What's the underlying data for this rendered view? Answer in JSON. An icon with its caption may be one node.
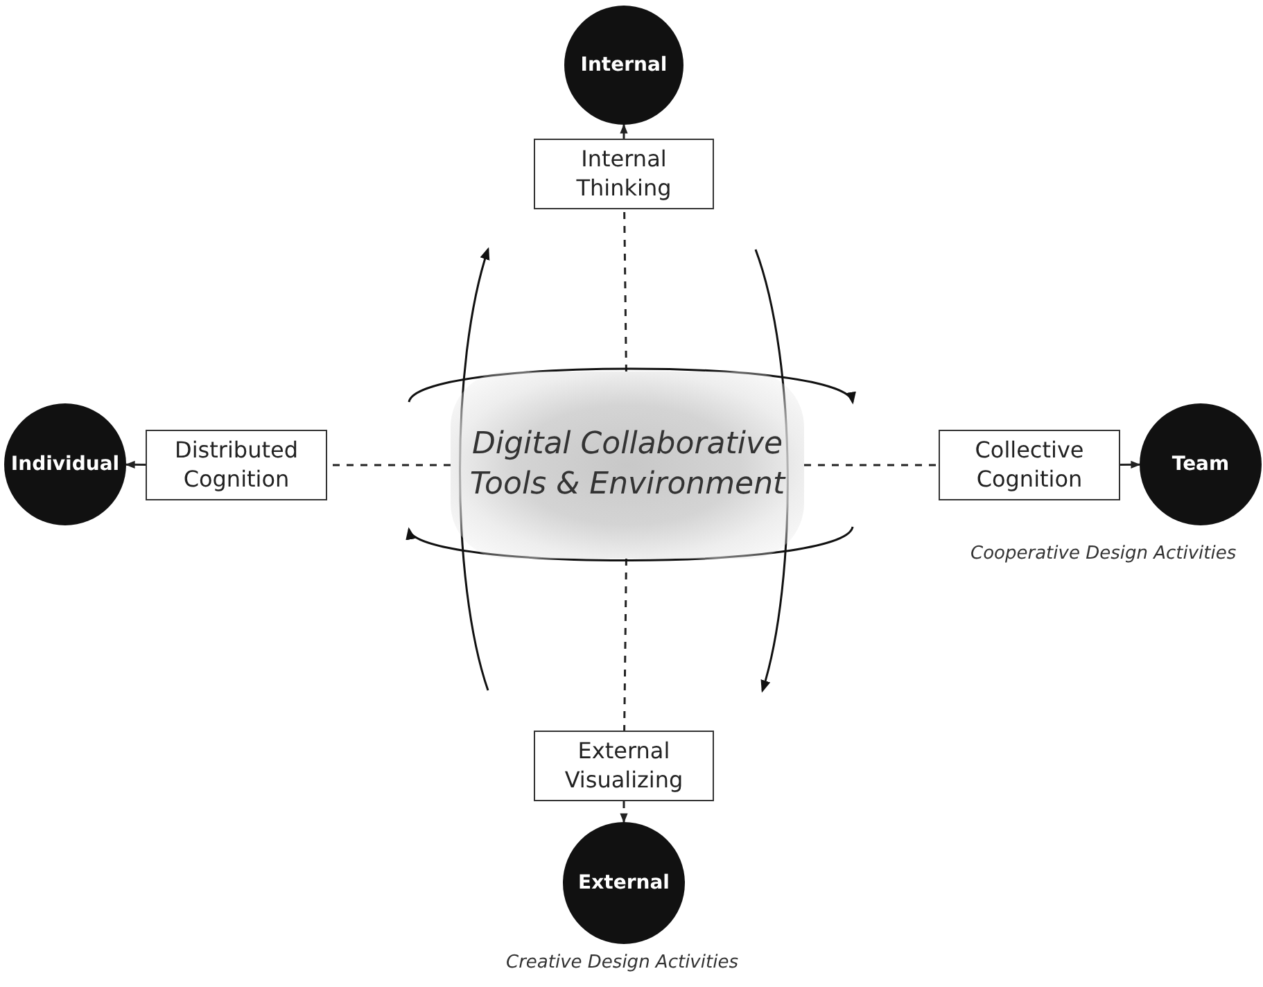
{
  "diagram": {
    "nodes": [
      {
        "text": [
          "Internal"
        ]
      },
      {
        "text": [
          "Internal Thinking"
        ]
      },
      {
        "text": [
          "Individual"
        ]
      },
      {
        "text": [
          "Distributed Cognition"
        ]
      },
      {
        "text": [
          "Digital Collaborative Tools & Environment"
        ]
      },
      {
        "text": [
          "Collective Cognition"
        ]
      },
      {
        "text": [
          "Team"
        ],
        "beside": [
          "Cooperative Design Activities"
        ]
      },
      {
        "text": [
          "External Visualizing"
        ]
      },
      {
        "text": [
          "External"
        ],
        "beside": [
          "Creative Design Activities"
        ]
      }
    ],
    "edges": [
      {
        "from": 4,
        "to": 1,
        "arrow": "none",
        "style": "dashed"
      },
      {
        "from": 4,
        "to": 3,
        "arrow": "none",
        "style": "dashed"
      },
      {
        "from": 4,
        "to": 5,
        "arrow": "none",
        "style": "dashed"
      },
      {
        "from": 4,
        "to": 7,
        "arrow": "none",
        "style": "dashed"
      },
      {
        "from": 1,
        "to": 0,
        "arrow": "to"
      },
      {
        "from": 3,
        "to": 2,
        "arrow": "to"
      },
      {
        "from": 5,
        "to": 6,
        "arrow": "to"
      },
      {
        "from": 7,
        "to": 8,
        "arrow": "to",
        "style": "dashed"
      }
    ]
  }
}
